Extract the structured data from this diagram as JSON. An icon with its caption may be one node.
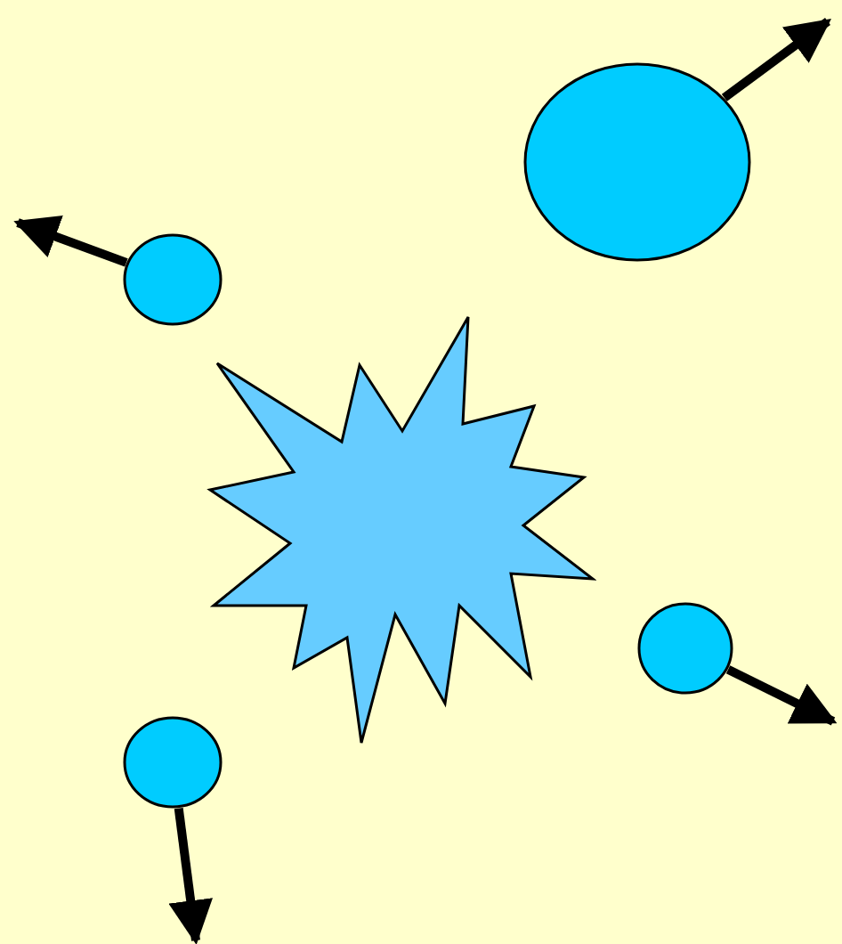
{
  "diagram": {
    "nodes": [
      {
        "text": [],
        "shape": "circle"
      },
      {
        "text": [],
        "shape": "circle"
      },
      {
        "text": [],
        "shape": "star"
      },
      {
        "text": [],
        "shape": "circle"
      },
      {
        "text": [],
        "shape": "circle"
      }
    ],
    "edges": [
      {
        "from": 0,
        "to": null,
        "arrow": "to"
      },
      {
        "from": 1,
        "to": null,
        "arrow": "to"
      },
      {
        "from": 3,
        "to": null,
        "arrow": "to"
      },
      {
        "from": 4,
        "to": null,
        "arrow": "to"
      }
    ]
  }
}
